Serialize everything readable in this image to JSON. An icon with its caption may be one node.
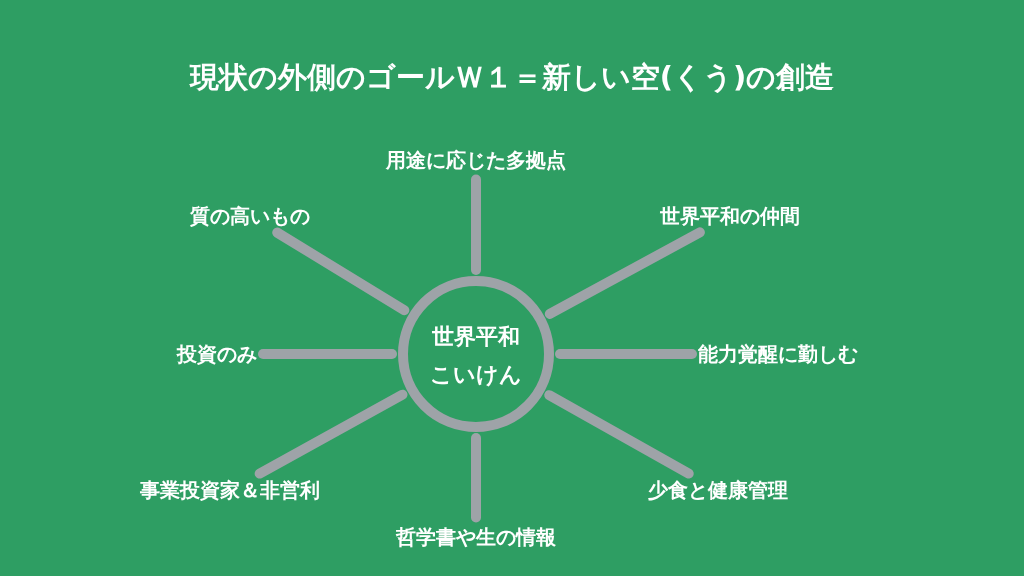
{
  "diagram": {
    "title": "現状の外側のゴールＷ１＝新しい空(くう)の創造",
    "nodes": [
      {
        "text": [
          "世界平和",
          "こいけん"
        ]
      },
      {
        "text": [
          "用途に応じた多拠点"
        ]
      },
      {
        "text": [
          "世界平和の仲間"
        ]
      },
      {
        "text": [
          "能力覚醒に勤しむ"
        ]
      },
      {
        "text": [
          "少食と健康管理"
        ]
      },
      {
        "text": [
          "哲学書や生の情報"
        ]
      },
      {
        "text": [
          "事業投資家＆非営利"
        ]
      },
      {
        "text": [
          "投資のみ"
        ]
      },
      {
        "text": [
          "質の高いもの"
        ]
      }
    ],
    "edges": [
      {
        "from": 0,
        "to": 1,
        "arrow": "none"
      },
      {
        "from": 0,
        "to": 2,
        "arrow": "none"
      },
      {
        "from": 0,
        "to": 3,
        "arrow": "none"
      },
      {
        "from": 0,
        "to": 4,
        "arrow": "none"
      },
      {
        "from": 0,
        "to": 5,
        "arrow": "none"
      },
      {
        "from": 0,
        "to": 6,
        "arrow": "none"
      },
      {
        "from": 0,
        "to": 7,
        "arrow": "none"
      },
      {
        "from": 0,
        "to": 8,
        "arrow": "none"
      }
    ]
  }
}
